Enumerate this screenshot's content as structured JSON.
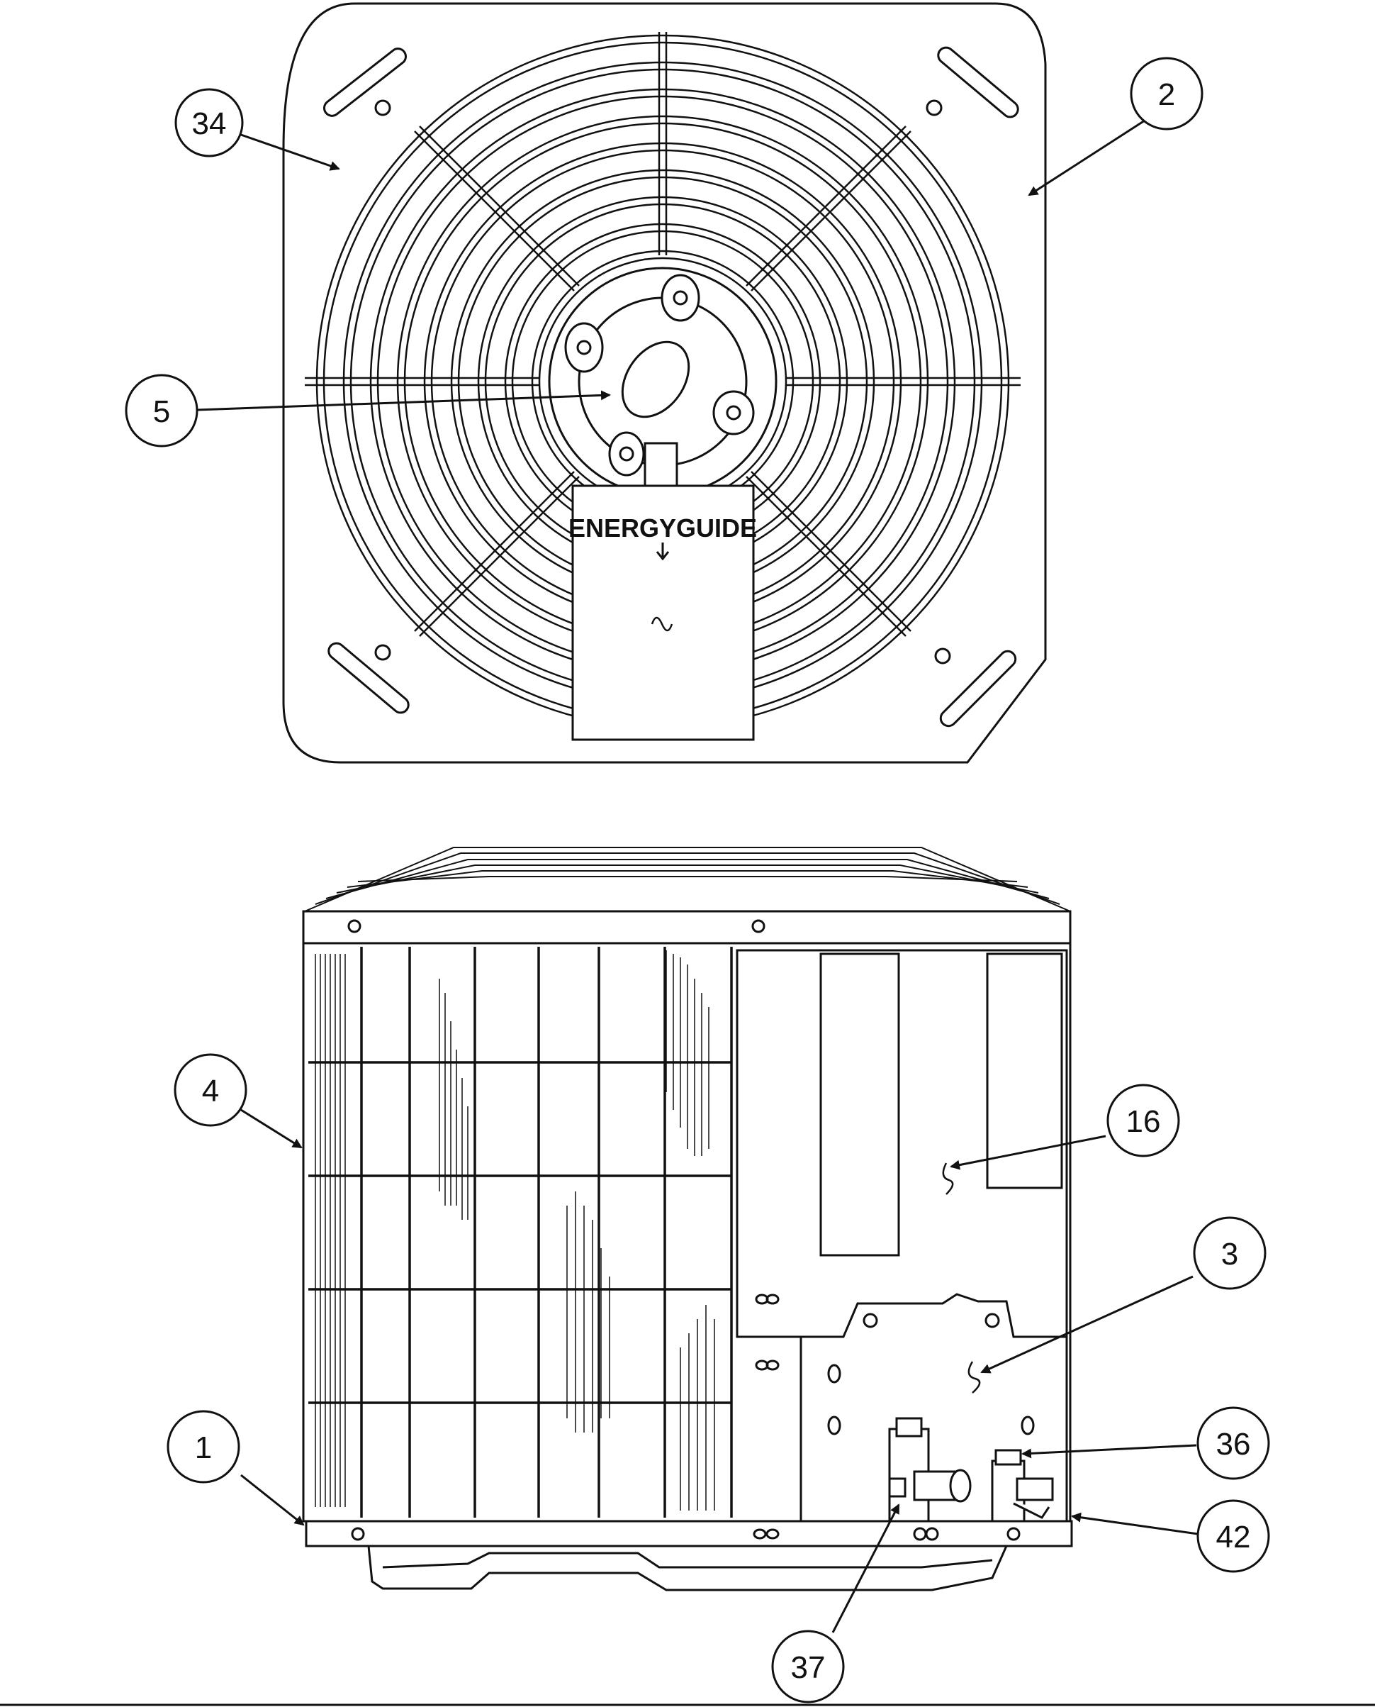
{
  "callouts": [
    {
      "id": "34",
      "label": "34"
    },
    {
      "id": "2",
      "label": "2"
    },
    {
      "id": "5",
      "label": "5"
    },
    {
      "id": "4",
      "label": "4"
    },
    {
      "id": "16",
      "label": "16"
    },
    {
      "id": "3",
      "label": "3"
    },
    {
      "id": "1",
      "label": "1"
    },
    {
      "id": "36",
      "label": "36"
    },
    {
      "id": "42",
      "label": "42"
    },
    {
      "id": "37",
      "label": "37"
    }
  ],
  "label_plate": {
    "brand": "ENERGYGUIDE"
  }
}
